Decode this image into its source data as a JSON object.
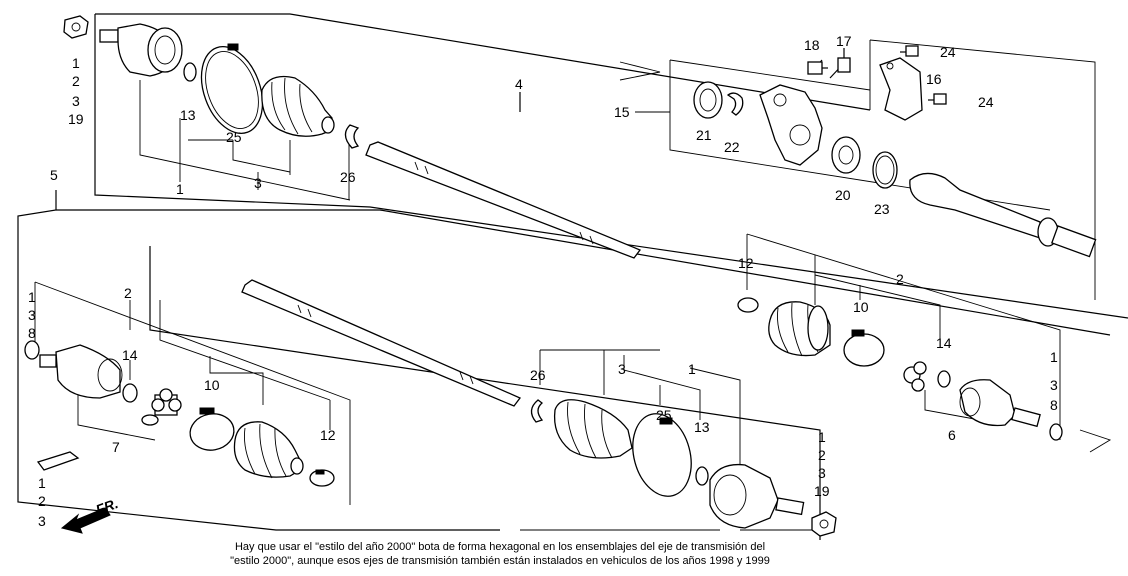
{
  "callouts": {
    "c1": "1",
    "c2": "2",
    "c3": "3",
    "c4": "4",
    "c5": "5",
    "c6": "6",
    "c7": "7",
    "c8": "8",
    "c10": "10",
    "c12": "12",
    "c13": "13",
    "c14": "14",
    "c15": "15",
    "c16": "16",
    "c17": "17",
    "c18": "18",
    "c19": "19",
    "c20": "20",
    "c21": "21",
    "c22": "22",
    "c23": "23",
    "c24": "24",
    "c25": "25",
    "c26": "26"
  },
  "direction_label": "FR.",
  "caption": {
    "line1": "Hay que usar el \"estilo del año 2000\" bota de forma hexagonal en los ensemblajes del eje de transmisión del",
    "line2": "\"estilo 2000\", aunque esos ejes de transmisión también están instalados en vehiculos de los años 1998 y 1999"
  }
}
